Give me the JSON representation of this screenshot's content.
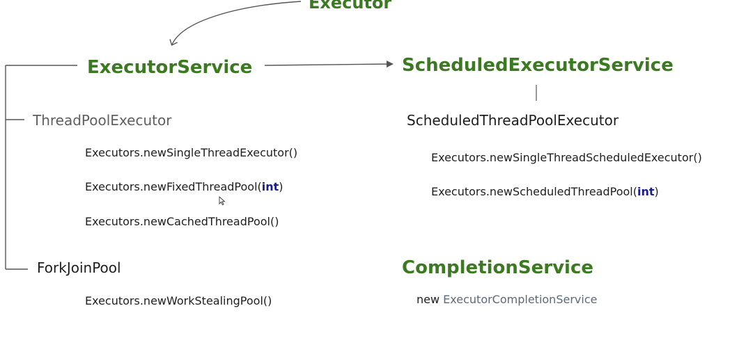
{
  "titles": {
    "executor": "Executor",
    "executor_service": "ExecutorService",
    "scheduled_executor_service": "ScheduledExecutorService",
    "completion_service": "CompletionService"
  },
  "classes": {
    "thread_pool_executor": "ThreadPoolExecutor",
    "fork_join_pool": "ForkJoinPool",
    "scheduled_thread_pool_executor": "ScheduledThreadPoolExecutor"
  },
  "thread_pool_methods": [
    {
      "prefix": "Executors.newSingleThreadExecutor()",
      "keyword": "",
      "suffix": ""
    },
    {
      "prefix": "Executors.newFixedThreadPool(",
      "keyword": "int",
      "suffix": ")"
    },
    {
      "prefix": "Executors.newCachedThreadPool()",
      "keyword": "",
      "suffix": ""
    }
  ],
  "fork_join_methods": [
    {
      "prefix": "Executors.newWorkStealingPool()",
      "keyword": "",
      "suffix": ""
    }
  ],
  "scheduled_methods": [
    {
      "prefix": "Executors.newSingleThreadScheduledExecutor()",
      "keyword": "",
      "suffix": ""
    },
    {
      "prefix": "Executors.newScheduledThreadPool(",
      "keyword": "int",
      "suffix": ")"
    }
  ],
  "completion": {
    "new_keyword": "new",
    "class_name": "ExecutorCompletionService"
  },
  "colors": {
    "title_green": "#3c7a22",
    "keyword_navy": "#1a1e8f",
    "line_gray": "#555555"
  }
}
